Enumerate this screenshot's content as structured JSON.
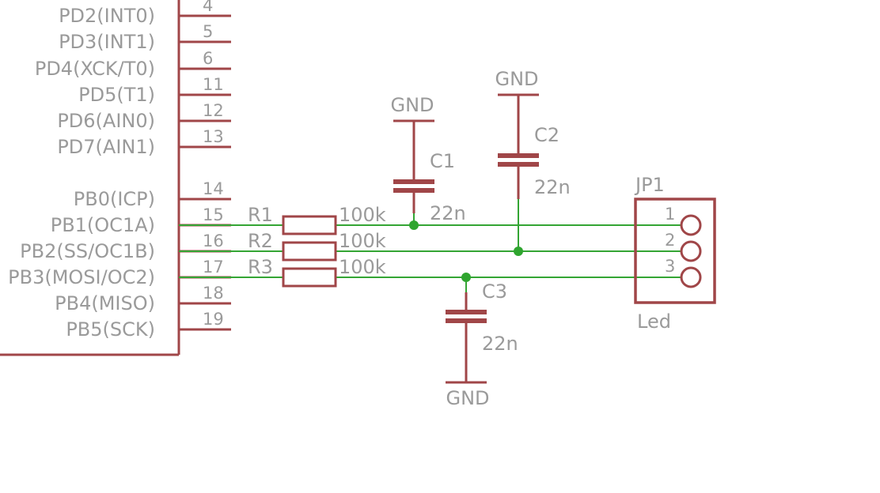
{
  "mcu": {
    "pins": [
      {
        "name": "PD2(INT0)",
        "num": "4"
      },
      {
        "name": "PD3(INT1)",
        "num": "5"
      },
      {
        "name": "PD4(XCK/T0)",
        "num": "6"
      },
      {
        "name": "PD5(T1)",
        "num": "11"
      },
      {
        "name": "PD6(AIN0)",
        "num": "12"
      },
      {
        "name": "PD7(AIN1)",
        "num": "13"
      },
      {
        "name": "PB0(ICP)",
        "num": "14"
      },
      {
        "name": "PB1(OC1A)",
        "num": "15"
      },
      {
        "name": "PB2(SS/OC1B)",
        "num": "16"
      },
      {
        "name": "PB3(MOSI/OC2)",
        "num": "17"
      },
      {
        "name": "PB4(MISO)",
        "num": "18"
      },
      {
        "name": "PB5(SCK)",
        "num": "19"
      }
    ]
  },
  "resistors": [
    {
      "name": "R1",
      "value": "100k"
    },
    {
      "name": "R2",
      "value": "100k"
    },
    {
      "name": "R3",
      "value": "100k"
    }
  ],
  "capacitors": [
    {
      "name": "C1",
      "value": "22n",
      "ground": "GND"
    },
    {
      "name": "C2",
      "value": "22n",
      "ground": "GND"
    },
    {
      "name": "C3",
      "value": "22n",
      "ground": "GND"
    }
  ],
  "connector": {
    "name": "JP1",
    "value": "Led",
    "pins": [
      "1",
      "2",
      "3"
    ]
  },
  "colors": {
    "symbol": "#a04648",
    "wire": "#34a534",
    "text": "#9a9a9a"
  }
}
